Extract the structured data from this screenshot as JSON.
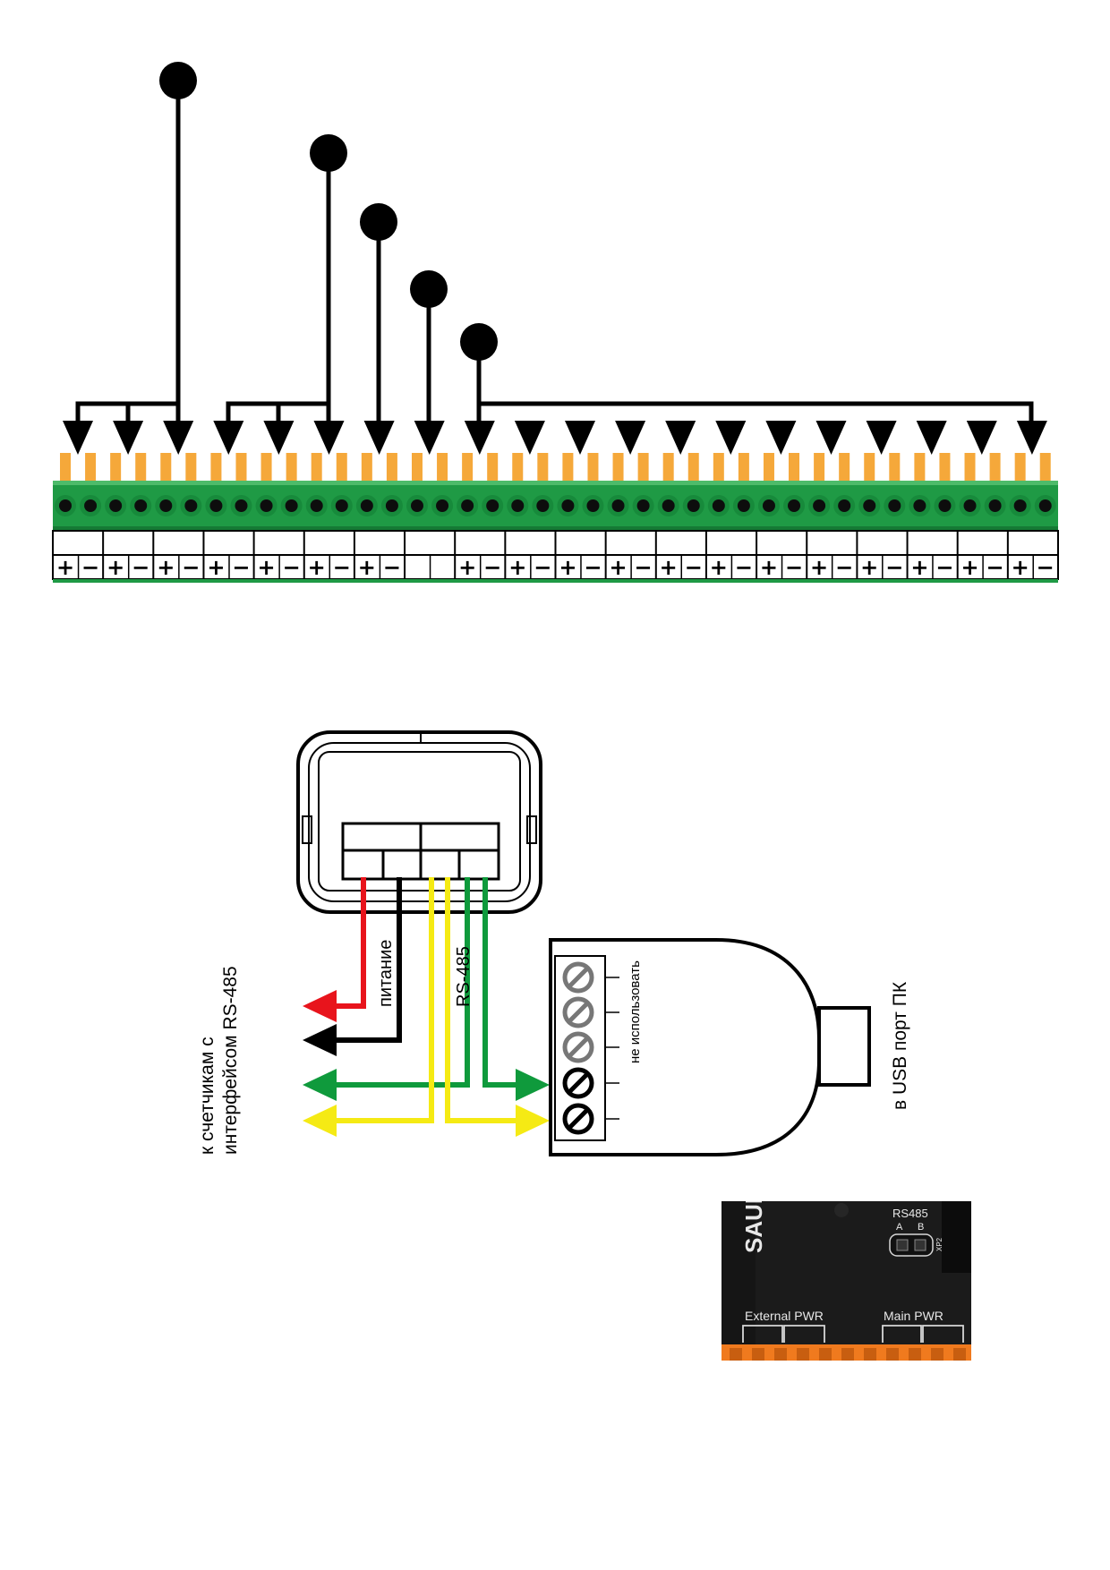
{
  "terminal_block": {
    "polarity": [
      "+",
      "−",
      "+",
      "−",
      "+",
      "−",
      "+",
      "−",
      "+",
      "−",
      "+",
      "−",
      "+",
      "−",
      "",
      "",
      "+",
      "−",
      "+",
      "−",
      "+",
      "−",
      "+",
      "−",
      "+",
      "−",
      "+",
      "−",
      "+",
      "−",
      "+",
      "−",
      "+",
      "−",
      "+",
      "−",
      "+",
      "−",
      "+",
      "−"
    ]
  },
  "wiring": {
    "power_label": "питание",
    "rs485_label": "RS-485",
    "meters_label_line1": "к счетчикам с",
    "meters_label_line2": "интерфейсом RS-485",
    "unused_label": "не использовать",
    "usb_label": "в USB порт ПК"
  },
  "board_photo": {
    "brand_fragment": "SAUR",
    "rs485_title": "RS485",
    "pin_a": "A",
    "pin_b": "B",
    "connector_ref": "XP2",
    "external_pwr": "External PWR",
    "main_pwr": "Main PWR"
  },
  "colors": {
    "terminal_green": "#1f9a45",
    "pin_orange": "#f5a83a",
    "wire_red": "#e8141c",
    "wire_yellow": "#f5ea14",
    "wire_green": "#0f9a3c",
    "wire_black": "#000000"
  }
}
